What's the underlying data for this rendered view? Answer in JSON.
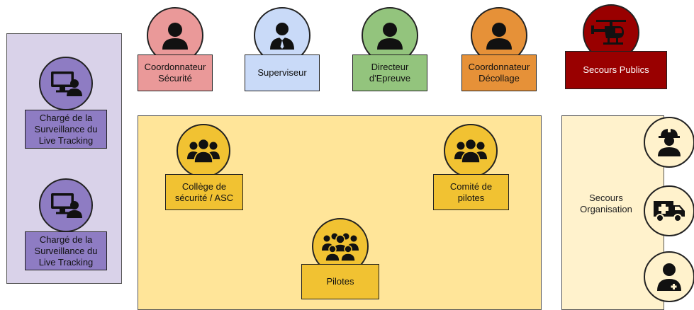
{
  "colors": {
    "left_panel": "#d9d2e9",
    "tracking": "#8e7cc3",
    "security_coord": "#ea9999",
    "supervisor": "#c9daf8",
    "race_director": "#93c47d",
    "takeoff_coord": "#e69138",
    "public_rescue": "#990000",
    "main_panel": "#ffe599",
    "group": "#f1c232",
    "right_panel": "#fff2cc",
    "icon_dark": "#111111"
  },
  "roles": {
    "security_coord": "Coordonnateur\nSécurité",
    "supervisor": "Superviseur",
    "race_director": "Directeur\nd'Epreuve",
    "takeoff_coord": "Coordonnateur\nDécollage",
    "public_rescue": "Secours Publics"
  },
  "tracking": {
    "top": "Chargé de la\nSurveillance du\nLive Tracking",
    "bottom": "Chargé de la\nSurveillance du\nLive Tracking"
  },
  "groups": {
    "safety_college": "Collège de\nsécurité / ASC",
    "pilot_committee": "Comité de\npilotes",
    "pilots": "Pilotes"
  },
  "organisation_rescue": "Secours\nOrganisation",
  "icons": {
    "security_coord": "person-icon",
    "supervisor": "person-tie-icon",
    "race_director": "person-icon",
    "takeoff_coord": "person-icon",
    "public_rescue": "helicopter-icon",
    "tracking": "monitor-user-icon",
    "groups": "users-group-icon",
    "worker": "hard-hat-worker-icon",
    "ambulance": "ambulance-icon",
    "medic": "medic-icon"
  }
}
